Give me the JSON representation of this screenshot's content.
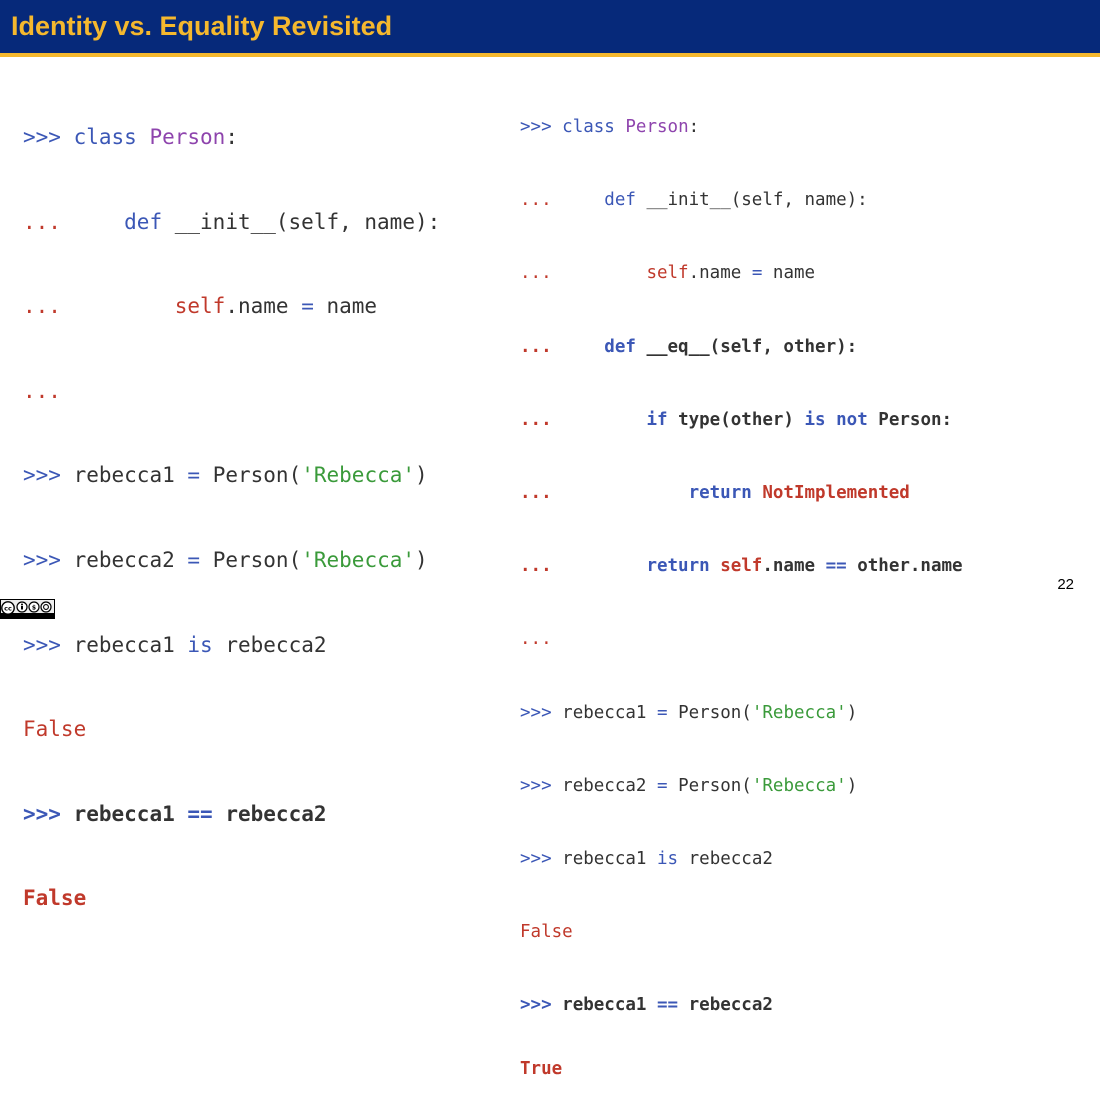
{
  "slide": {
    "title": "Identity vs. Equality Revisited",
    "page_number": "22"
  },
  "code": {
    "prompt": ">>>",
    "cont": "...",
    "kw_class": "class",
    "class_name": "Person",
    "colon": ":",
    "kw_def": "def",
    "init_sig": "__init__(self, name):",
    "eq_sig": "__eq__(self, other):",
    "self_kw": "self",
    "name_attr": ".name",
    "assign": "=",
    "name_val": "name",
    "kw_if": "if",
    "type_call": "type(other)",
    "kw_is": "is",
    "kw_not": "not",
    "person_colon": "Person:",
    "kw_return": "return",
    "not_impl": "NotImplemented",
    "eq_op": "==",
    "other_name": "other.name",
    "rebecca1": "rebecca1",
    "rebecca2": "rebecca2",
    "person_call": "Person(",
    "str_rebecca": "'Rebecca'",
    "close_paren": ")",
    "false_out": "False",
    "true_out": "True"
  },
  "license": {
    "icon": "creative-commons-by-nc-sa-icon"
  }
}
